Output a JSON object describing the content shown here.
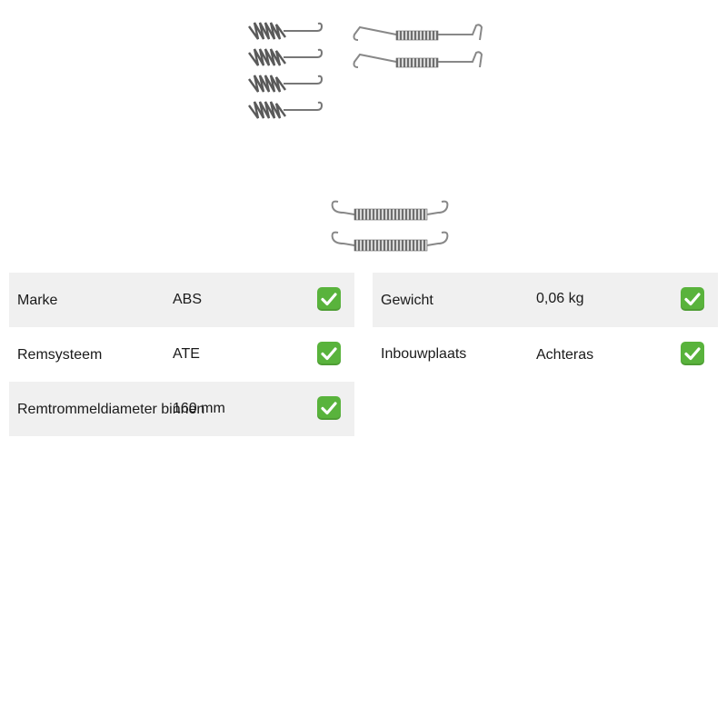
{
  "product": {
    "image_icon": "brake-spring-kit-image"
  },
  "specs_left": [
    {
      "label": "Marke",
      "value": "ABS",
      "icon": "check-icon"
    },
    {
      "label": "Remsysteem",
      "value": "ATE",
      "icon": "check-icon"
    },
    {
      "label": "Remtrommeldiameter binnen",
      "value": "160 mm",
      "icon": "check-icon"
    }
  ],
  "specs_right": [
    {
      "label": "Gewicht",
      "value": "0,06 kg",
      "icon": "check-icon"
    },
    {
      "label": "Inbouwplaats",
      "value": "Achteras",
      "icon": "check-icon"
    }
  ],
  "colors": {
    "row_shade": "#f0f0f0",
    "check_green": "#59b33c",
    "spring_metal": "#6e6e6e"
  }
}
